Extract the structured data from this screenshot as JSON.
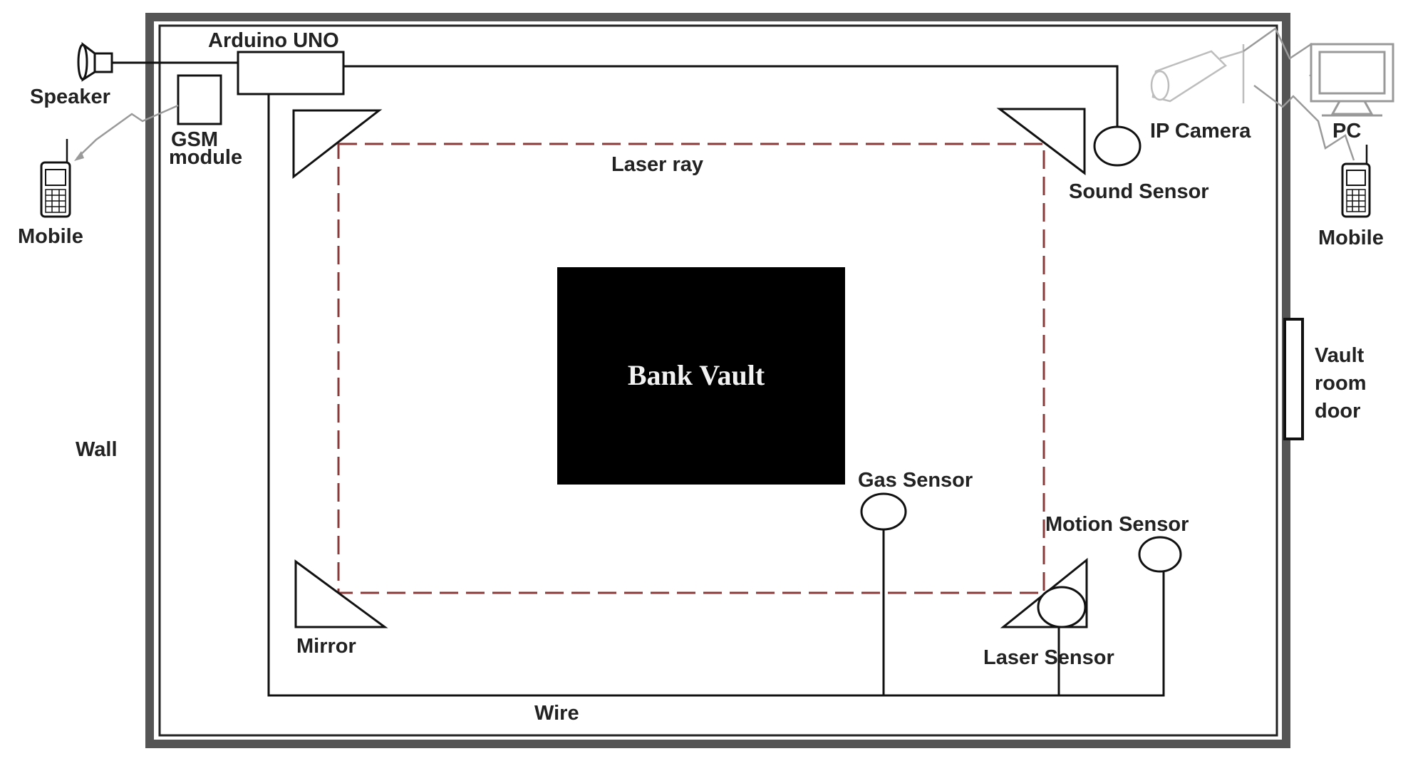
{
  "labels": {
    "arduino": "Arduino UNO",
    "speaker": "Speaker",
    "gsm_line1": "GSM",
    "gsm_line2": "module",
    "mobile_left": "Mobile",
    "laser_ray": "Laser ray",
    "ip_camera": "IP Camera",
    "pc": "PC",
    "mobile_right": "Mobile",
    "sound_sensor": "Sound Sensor",
    "bank_vault": "Bank Vault",
    "vault_door_line1": "Vault",
    "vault_door_line2": "room",
    "vault_door_line3": "door",
    "wall": "Wall",
    "gas_sensor": "Gas Sensor",
    "motion_sensor": "Motion Sensor",
    "mirror": "Mirror",
    "laser_sensor": "Laser Sensor",
    "wire": "Wire"
  },
  "colors": {
    "laser_ray": "#8b3a3a",
    "wall": "#555555",
    "vault": "#000000",
    "wireless_link": "#9a9a9a"
  },
  "icons": {
    "speaker": "speaker-icon",
    "mobile": "mobile-phone-icon",
    "camera": "ip-camera-icon",
    "pc": "pc-monitor-icon"
  }
}
